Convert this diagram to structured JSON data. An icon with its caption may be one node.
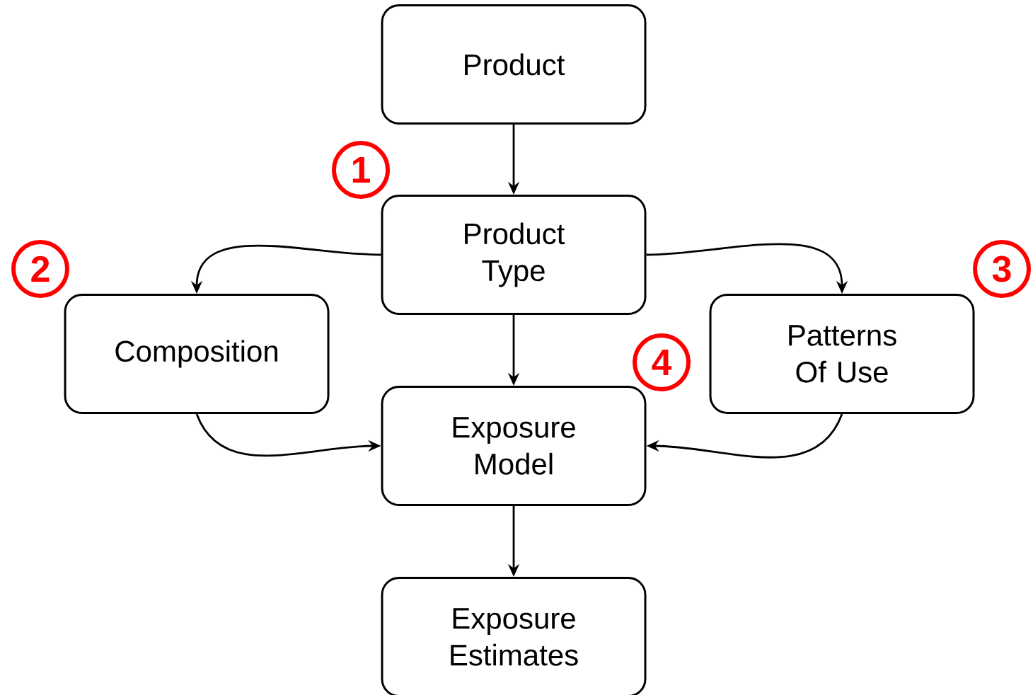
{
  "diagram": {
    "nodes": [
      {
        "text": [
          "Product"
        ]
      },
      {
        "text": [
          "Product Type"
        ]
      },
      {
        "text": [
          "Composition"
        ]
      },
      {
        "text": [
          "Patterns Of Use"
        ]
      },
      {
        "text": [
          "Exposure Model"
        ]
      },
      {
        "text": [
          "Exposure Estimates"
        ]
      }
    ],
    "edges": [
      {
        "from": 0,
        "to": 1,
        "arrow": "to"
      },
      {
        "from": 1,
        "to": 2,
        "arrow": "to"
      },
      {
        "from": 1,
        "to": 3,
        "arrow": "to"
      },
      {
        "from": 1,
        "to": 4,
        "arrow": "to"
      },
      {
        "from": 2,
        "to": 4,
        "arrow": "to"
      },
      {
        "from": 3,
        "to": 4,
        "arrow": "to"
      },
      {
        "from": 4,
        "to": 5,
        "arrow": "to"
      }
    ],
    "labels": [
      "1",
      "2",
      "3",
      "4"
    ]
  }
}
